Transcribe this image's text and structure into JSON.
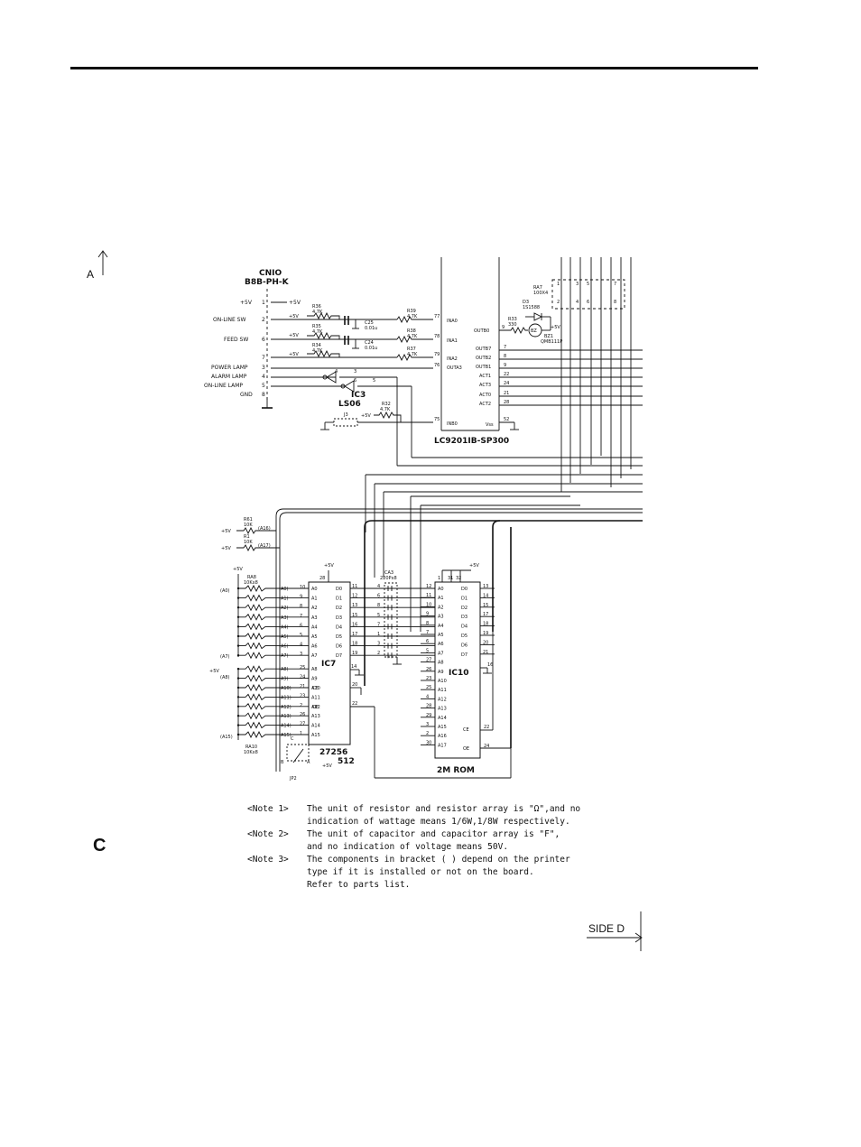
{
  "markers": {
    "side_a": "A",
    "side_c": "C",
    "side_d": "SIDE D"
  },
  "connector": {
    "ref": "CNIO",
    "part": "B8B-PH-K",
    "supply": "+5V",
    "pins": [
      {
        "pin": "1",
        "label": ""
      },
      {
        "pin": "2",
        "label": "ON-LINE SW"
      },
      {
        "pin": "6",
        "label": "FEED SW"
      },
      {
        "pin": "7",
        "label": ""
      },
      {
        "pin": "3",
        "label": "POWER LAMP"
      },
      {
        "pin": "4",
        "label": "ALARM LAMP"
      },
      {
        "pin": "5",
        "label": "ON-LINE LAMP"
      },
      {
        "pin": "8",
        "label": "GND"
      }
    ]
  },
  "resistors_top": [
    {
      "ref": "R36",
      "value": "4.7K"
    },
    {
      "ref": "R35",
      "value": "4.7K"
    },
    {
      "ref": "R34",
      "value": "4.7K"
    },
    {
      "ref": "R39",
      "value": "4.7K"
    },
    {
      "ref": "R38",
      "value": "4.7K"
    },
    {
      "ref": "R37",
      "value": "4.7K"
    },
    {
      "ref": "R32",
      "value": "4.7K"
    },
    {
      "ref": "R33",
      "value": "330"
    }
  ],
  "capacitors": [
    {
      "ref": "C25",
      "value": "0.01u"
    },
    {
      "ref": "C24",
      "value": "0.01u"
    }
  ],
  "inverter": {
    "ref": "IC3",
    "part": "LS06",
    "pins": [
      "4",
      "3",
      "6",
      "5"
    ]
  },
  "jumper": {
    "ref": "J3"
  },
  "controller": {
    "part": "LC9201IB-SP300",
    "inputs": [
      {
        "pin": "77",
        "name": "INA0"
      },
      {
        "pin": "78",
        "name": "INA1"
      },
      {
        "pin": "79",
        "name": "INA2"
      },
      {
        "pin": "76",
        "name": "OUTA3"
      },
      {
        "pin": "75",
        "name": "INB0"
      }
    ],
    "outputs": [
      {
        "pin": "9",
        "name": "OUTB0"
      },
      {
        "pin": "7",
        "name": "OUTB7"
      },
      {
        "pin": "8",
        "name": "OUTB2"
      },
      {
        "pin": "9",
        "name": "OUTB1"
      },
      {
        "pin": "22",
        "name": "ACT1"
      },
      {
        "pin": "24",
        "name": "ACT3"
      },
      {
        "pin": "21",
        "name": "ACT0"
      },
      {
        "pin": "28",
        "name": "ACT2"
      },
      {
        "pin": "52",
        "name": "Vss"
      }
    ]
  },
  "resistor_array_top": {
    "ref": "RA7",
    "value": "100X4",
    "pins": [
      "1",
      "2",
      "3",
      "4",
      "5",
      "6",
      "7",
      "8"
    ]
  },
  "diode": {
    "ref": "D3",
    "part": "1S1588"
  },
  "buzzer": {
    "ref": "BZ1",
    "part": "QMB111P",
    "label": "BZ",
    "supply": "+5V"
  },
  "address_resistors": [
    {
      "ref": "R61",
      "value": "10K",
      "signal": "(A16)"
    },
    {
      "ref": "R1",
      "value": "10K",
      "signal": "(A17)"
    }
  ],
  "resistor_array_8": {
    "ref": "RA8",
    "value": "10Kx8",
    "label_top": "(A0)",
    "label_bottom": "(A7)"
  },
  "resistor_array_10": {
    "ref": "RA10",
    "value": "10Kx8",
    "label_top": "(A8)",
    "label_bottom": "(A15)"
  },
  "ic7": {
    "ref": "IC7",
    "part": "27256",
    "size": "512",
    "vcc_pin": "28",
    "gnd_pin": "14",
    "addr": [
      {
        "sig": "(A0)",
        "pin": "10",
        "name": "A0"
      },
      {
        "sig": "(A1)",
        "pin": "9",
        "name": "A1"
      },
      {
        "sig": "(A2)",
        "pin": "8",
        "name": "A2"
      },
      {
        "sig": "(A3)",
        "pin": "7",
        "name": "A3"
      },
      {
        "sig": "(A4)",
        "pin": "6",
        "name": "A4"
      },
      {
        "sig": "(A5)",
        "pin": "5",
        "name": "A5"
      },
      {
        "sig": "(A6)",
        "pin": "4",
        "name": "A6"
      },
      {
        "sig": "(A7)",
        "pin": "3",
        "name": "A7"
      },
      {
        "sig": "(A8)",
        "pin": "25",
        "name": "A8"
      },
      {
        "sig": "(A9)",
        "pin": "24",
        "name": "A9"
      },
      {
        "sig": "(A10)",
        "pin": "21",
        "name": "A10"
      },
      {
        "sig": "(A11)",
        "pin": "23",
        "name": "A11"
      },
      {
        "sig": "(A12)",
        "pin": "2",
        "name": "A12"
      },
      {
        "sig": "(A13)",
        "pin": "26",
        "name": "A13"
      },
      {
        "sig": "(A14)",
        "pin": "27",
        "name": "A14"
      },
      {
        "sig": "(A15)",
        "pin": "1",
        "name": "A15"
      }
    ],
    "data": [
      {
        "pin": "11",
        "name": "D0"
      },
      {
        "pin": "12",
        "name": "D1"
      },
      {
        "pin": "13",
        "name": "D2"
      },
      {
        "pin": "15",
        "name": "D3"
      },
      {
        "pin": "16",
        "name": "D4"
      },
      {
        "pin": "17",
        "name": "D5"
      },
      {
        "pin": "18",
        "name": "D6"
      },
      {
        "pin": "19",
        "name": "D7"
      }
    ],
    "ce": {
      "pin": "20",
      "name": "CE"
    },
    "oe": {
      "pin": "22",
      "name": "OE"
    }
  },
  "capacitor_array": {
    "ref": "CA3",
    "value": "220Px8",
    "pins": [
      "4",
      "6",
      "8",
      "5",
      "7",
      "1",
      "3",
      "2"
    ]
  },
  "ic10": {
    "ref": "IC10",
    "part": "2M ROM",
    "supply": "+5V",
    "top_pins": [
      "1",
      "31",
      "32"
    ],
    "gnd_pin": "16",
    "addr": [
      {
        "pin": "12",
        "name": "A0"
      },
      {
        "pin": "11",
        "name": "A1"
      },
      {
        "pin": "10",
        "name": "A2"
      },
      {
        "pin": "9",
        "name": "A3"
      },
      {
        "pin": "8",
        "name": "A4"
      },
      {
        "pin": "7",
        "name": "A5"
      },
      {
        "pin": "6",
        "name": "A6"
      },
      {
        "pin": "5",
        "name": "A7"
      },
      {
        "pin": "27",
        "name": "A8"
      },
      {
        "pin": "26",
        "name": "A9"
      },
      {
        "pin": "23",
        "name": "A10"
      },
      {
        "pin": "25",
        "name": "A11"
      },
      {
        "pin": "4",
        "name": "A12"
      },
      {
        "pin": "28",
        "name": "A13"
      },
      {
        "pin": "29",
        "name": "A14"
      },
      {
        "pin": "3",
        "name": "A15"
      },
      {
        "pin": "2",
        "name": "A16"
      },
      {
        "pin": "30",
        "name": "A17"
      }
    ],
    "data": [
      {
        "pin": "13",
        "name": "D0"
      },
      {
        "pin": "14",
        "name": "D1"
      },
      {
        "pin": "15",
        "name": "D2"
      },
      {
        "pin": "17",
        "name": "D3"
      },
      {
        "pin": "18",
        "name": "D4"
      },
      {
        "pin": "19",
        "name": "D5"
      },
      {
        "pin": "20",
        "name": "D6"
      },
      {
        "pin": "21",
        "name": "D7"
      }
    ],
    "ce": {
      "pin": "22",
      "name": "CE"
    },
    "oe": {
      "pin": "24",
      "name": "OE"
    }
  },
  "jumper_jp2": {
    "ref": "JP2",
    "pins": [
      "B",
      "C",
      "A"
    ],
    "supply": "+5V"
  },
  "notes": [
    {
      "tag": "<Note 1>",
      "text": "The unit of resistor and resistor array is \"Ω\",and no\nindication of wattage means 1/6W,1/8W respectively."
    },
    {
      "tag": "<Note 2>",
      "text": "The unit of capacitor and capacitor array is \"F\",\nand no indication of voltage means 50V."
    },
    {
      "tag": "<Note 3>",
      "text": "The components in bracket ( ) depend on the printer\ntype if it is installed or not on the board.\nRefer to parts list."
    }
  ]
}
